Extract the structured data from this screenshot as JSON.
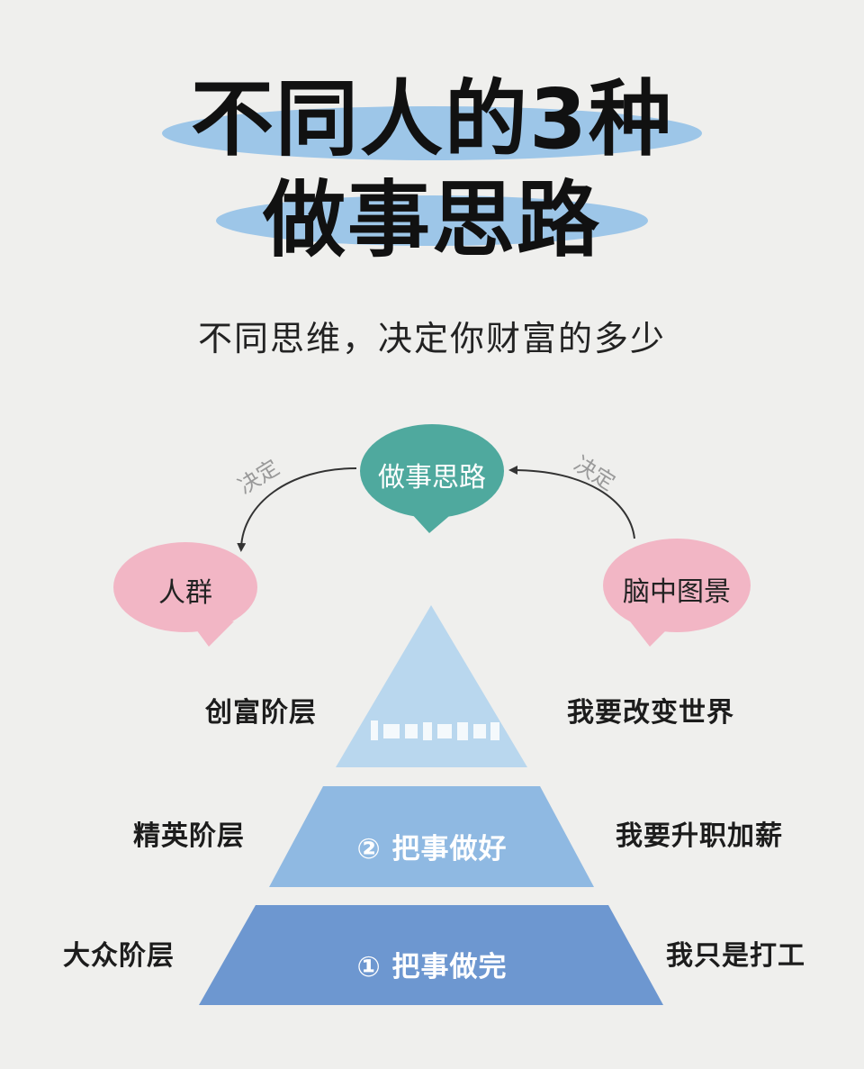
{
  "title": {
    "line1": "不同人的3种",
    "line2": "做事思路"
  },
  "subtitle": "不同思维，决定你财富的多少",
  "flow": {
    "center": "做事思路",
    "left": "人群",
    "right": "脑中图景",
    "left_arrow_label": "决定",
    "right_arrow_label": "决定"
  },
  "pyramid": {
    "tiers": [
      {
        "level": "top",
        "left_label": "创富阶层",
        "right_label": "我要改变世界",
        "center_label": "",
        "color": "#b9d7ee"
      },
      {
        "level": "middle",
        "left_label": "精英阶层",
        "right_label": "我要升职加薪",
        "center_label": "② 把事做好",
        "color": "#8fb9e2"
      },
      {
        "level": "bottom",
        "left_label": "大众阶层",
        "right_label": "我只是打工",
        "center_label": "① 把事做完",
        "color": "#6d97d0"
      }
    ]
  },
  "colors": {
    "title_oval": "#9dc6e8",
    "center_bubble": "#4fa99e",
    "side_bubble": "#f2b6c5"
  }
}
